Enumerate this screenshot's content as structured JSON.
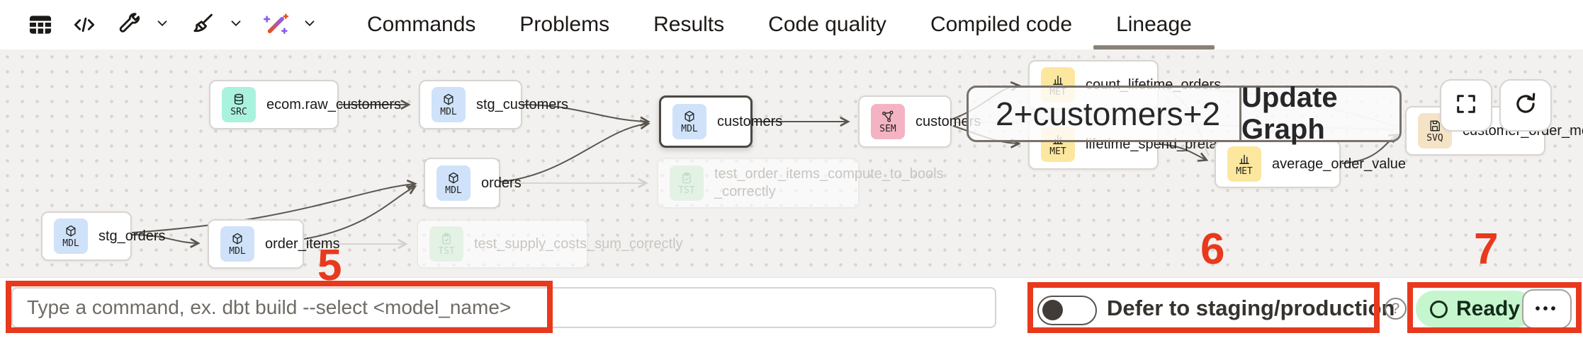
{
  "header": {
    "toolbar_icons": [
      "table-icon",
      "code-icon",
      "wrench-icon",
      "broom-icon",
      "magic-wand-icon"
    ],
    "tabs": [
      {
        "label": "Commands",
        "active": false
      },
      {
        "label": "Problems",
        "active": false
      },
      {
        "label": "Results",
        "active": false
      },
      {
        "label": "Code quality",
        "active": false
      },
      {
        "label": "Compiled code",
        "active": false
      },
      {
        "label": "Lineage",
        "active": true
      }
    ]
  },
  "graph": {
    "nodes": [
      {
        "badge": "SRC",
        "label": "ecom.raw_customers",
        "state": "normal"
      },
      {
        "badge": "MDL",
        "label": "stg_customers",
        "state": "normal"
      },
      {
        "badge": "MDL",
        "label": "customers",
        "state": "selected"
      },
      {
        "badge": "SEM",
        "label": "customers",
        "state": "normal"
      },
      {
        "badge": "MDL",
        "label": "orders",
        "state": "normal"
      },
      {
        "badge": "MDL",
        "label": "stg_orders",
        "state": "normal"
      },
      {
        "badge": "MDL",
        "label": "order_items",
        "state": "normal"
      },
      {
        "badge": "TST",
        "label": "test_order_items_compute_to_bools _correctly",
        "state": "faded"
      },
      {
        "badge": "TST",
        "label": "test_supply_costs_sum_correctly",
        "state": "faded"
      },
      {
        "badge": "MET",
        "label": "count_lifetime_orders",
        "state": "normal"
      },
      {
        "badge": "MET",
        "label": "lifetime_spend_pretax",
        "state": "normal"
      },
      {
        "badge": "MET",
        "label": "average_order_value",
        "state": "normal"
      },
      {
        "badge": "SVQ",
        "label": "customer_order_metrics",
        "state": "normal"
      }
    ],
    "selector_overlay": {
      "text": "2+customers+2",
      "button_label": "Update Graph"
    },
    "controls": [
      "fullscreen-icon",
      "refresh-icon"
    ]
  },
  "bottom_bar": {
    "command_input": {
      "value": "",
      "placeholder": "Type a command, ex. dbt build --select <model_name>"
    },
    "defer_toggle": {
      "label": "Defer to staging/production",
      "state": "off"
    },
    "help": "?",
    "status": {
      "label": "Ready"
    },
    "more_label": "•••"
  },
  "annotations": {
    "color": "#e8391d",
    "numbers": [
      {
        "value": "5"
      },
      {
        "value": "6"
      },
      {
        "value": "7"
      }
    ]
  },
  "colors": {
    "annotation_red": "#e8391d",
    "badge_src": "#a9f2dd",
    "badge_mdl": "#cfe2f9",
    "badge_sem": "#f3b3c3",
    "badge_met": "#fce79f",
    "badge_svq": "#f5e3c6",
    "badge_tst": "#def0e2",
    "status_ready_bg": "#c5f6cd",
    "graph_bg": "#f2f1ef"
  }
}
